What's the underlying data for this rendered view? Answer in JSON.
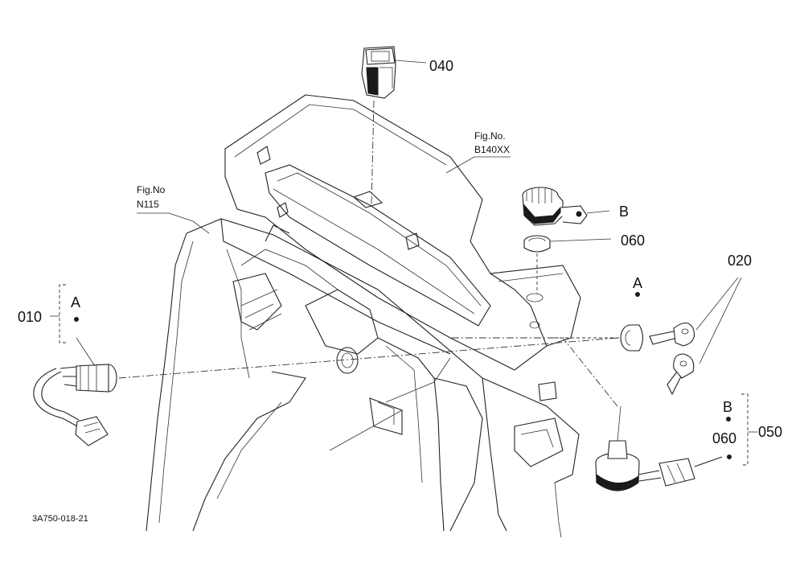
{
  "callouts": {
    "p040": "040",
    "p060_top": "060",
    "p020": "020",
    "p010": "010",
    "p050": "050",
    "p060_bottom": "060"
  },
  "markers": {
    "b_top": "B",
    "a_left": "A",
    "a_right": "A",
    "b_bottom": "B"
  },
  "figure_refs": {
    "ref1_title": "Fig.No.",
    "ref1_code": "B140XX",
    "ref2_title": "Fig.No",
    "ref2_code": "N115"
  },
  "drawing_code": "3A750-018-21"
}
